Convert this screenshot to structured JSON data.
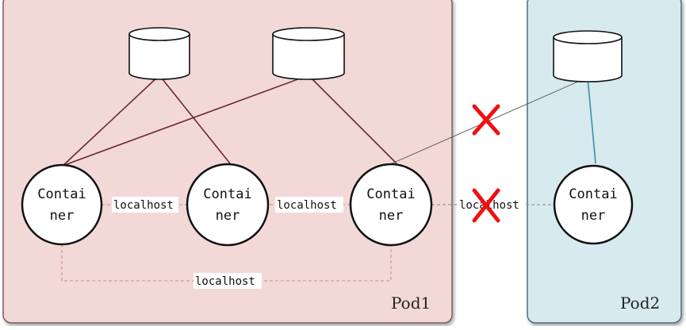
{
  "pods": [
    {
      "id": "pod1",
      "label": "Pod1",
      "fill": "#f2d9d8",
      "stroke": "#7a5f5e"
    },
    {
      "id": "pod2",
      "label": "Pod2",
      "fill": "#d6eaf0",
      "stroke": "#4e6d79"
    }
  ],
  "containers": [
    {
      "id": "c1",
      "line1": "Contai",
      "line2": "ner"
    },
    {
      "id": "c2",
      "line1": "Contai",
      "line2": "ner"
    },
    {
      "id": "c3",
      "line1": "Contai",
      "line2": "ner"
    },
    {
      "id": "c4",
      "line1": "Contai",
      "line2": "ner"
    }
  ],
  "volumes": [
    "v1",
    "v2",
    "v3"
  ],
  "links": {
    "c1_c2": "localhost",
    "c2_c3": "localhost",
    "c1_c3": "localhost",
    "c3_c4": "localhost"
  },
  "colors": {
    "volume_link": "#6b2a2a",
    "pod2_link": "#3a8fa8",
    "cross_link": "#555555",
    "localhost_line": "#d49a94",
    "blocked_mark": "#ee1111"
  },
  "icons": {
    "blocked": "red-x-icon"
  }
}
